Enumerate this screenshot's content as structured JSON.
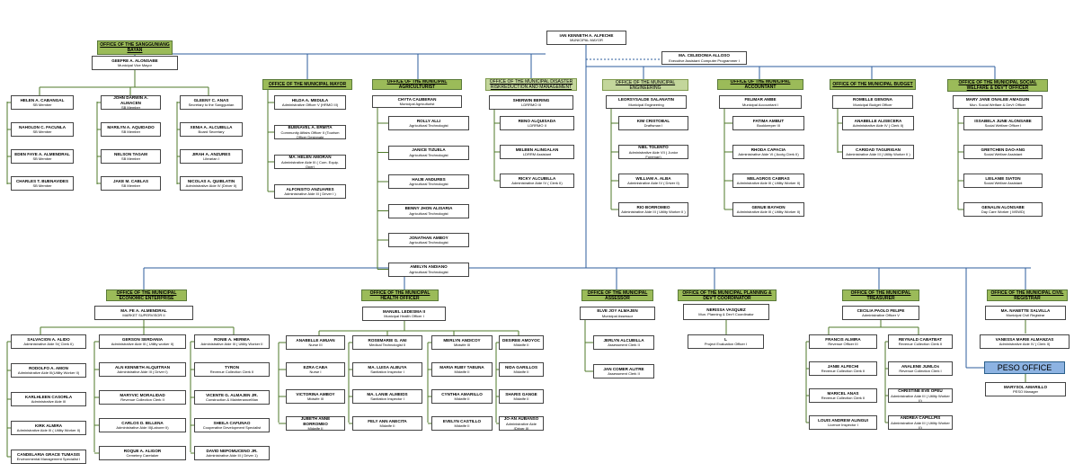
{
  "mayor": {
    "name": "IAN KENNETH A. ALFECHE",
    "title": "MUNICIPAL MAYOR"
  },
  "exec": {
    "name": "MA. CELEDONIA ALLOSO",
    "title": "Executive Assistant Computer Programmer I"
  },
  "offices": {
    "sb": "OFFICE OF THE SANGGUNIANG BAYAN",
    "mayor": "OFFICE OF THE MUNICIPAL MAYOR",
    "agri": "OFFICE OF THE MUNICIPAL AGRICULTURIST",
    "drrm": "OFFICE OF THE MUNICIPAL DISASTER RISKREDUCTION AND MANAGEMENT",
    "eng": "OFFICE OF THE MUNICIPAL ENGINEERING",
    "acct": "OFFICE OF THE MUNICIPAL ACCOUNTANT",
    "budget": "OFFICE OF THE MUNICIPAL BUDGET",
    "mswd": "OFFICE OF THE MUNICIPAL SOCIAL WELFARE & DEV'T OFFICER",
    "econ": "OFFICE OF THE MUNICIPAL ECONOMIC ENTERPRISE",
    "health": "OFFICE OF THE MUNICIPAL HEALTH OFFICER",
    "assessor": "OFFICE OF THE MUNICIPAL ASSESSOR",
    "mpdc": "OFFICE OF THE MUNICIPAL PLANNING & DEV'T COORDINATOR",
    "treasurer": "OFFICE OF THE MUNICIPAL TREASURER",
    "lcr": "OFFICE OF THE MUNICIPAL CIVIL REGISTRAR",
    "peso": "PESO OFFICE"
  },
  "sb": {
    "vice": {
      "name": "GEEFRE A. ALONSABE",
      "title": "Municipal Vice Mayor"
    },
    "left": [
      {
        "name": "HELEN A. CABANGAL",
        "title": "SB Member"
      },
      {
        "name": "NAHOLDN C. FACUNLA",
        "title": "SB Member"
      },
      {
        "name": "EDEN FAYE A. ALMENDRAL",
        "title": "SB Member"
      },
      {
        "name": "CHARLES T. BUENAVIDES",
        "title": "SB Member"
      }
    ],
    "mid": [
      {
        "name": "JOHN DARWIN A. ALMACEN",
        "title": "SB Member"
      },
      {
        "name": "MARILYN A. AQUIDADO",
        "title": "SB Member"
      },
      {
        "name": "NELSON TAGAM",
        "title": "SB Member"
      },
      {
        "name": "JAKE M. CABLAS",
        "title": "SB Member"
      }
    ],
    "right": [
      {
        "name": "GLEENY C. ANAS",
        "title": "Secretary to the Sanggunian"
      },
      {
        "name": "XENIA A. ALCUBILLA",
        "title": "Board Secretary"
      },
      {
        "name": "JIRAH A. ANZURES",
        "title": "Librarian I"
      },
      {
        "name": "NICOLAS A. QUIBLATIN",
        "title": "Administrative Aide IV (Driver II)"
      }
    ]
  },
  "mayor_office": [
    {
      "name": "HILDA A. MEDULA",
      "title": "Administrative Officer V (HRMO III)"
    },
    {
      "name": "BUENAVEL A. ERMITA",
      "title": "Community Affairs Officer II (Tourism Officer Designate"
    },
    {
      "name": "MA. HELEN AMORAN",
      "title": "Administrative Aide III ( Com. Equip. Oper)"
    },
    {
      "name": "ALFONSITO ANZUARES",
      "title": "Administrative Aide III ( Driver I )"
    }
  ],
  "agri": {
    "head": {
      "name": "CHYTA CAUBERAN",
      "title": "Municipal Agriculturist"
    },
    "staff": [
      {
        "name": "ROLLY ALLI",
        "title": "Agricultural Technologist"
      },
      {
        "name": "JANICE TIZUELA",
        "title": "Agricultural Technologist"
      },
      {
        "name": "HAIJE ANDURES",
        "title": "Agricultural Technologist"
      },
      {
        "name": "BENNY JHON ALISARIA",
        "title": "Agricultural Technologist"
      },
      {
        "name": "JONATHAN AMBOY",
        "title": "Agricultural Technologist"
      },
      {
        "name": "AMELYN ANDIANO",
        "title": "Agricultural Technologist"
      }
    ]
  },
  "drrm": {
    "head": {
      "name": "SHERWIN BERING",
      "title": "LDRRMO III"
    },
    "staff": [
      {
        "name": "RENO ALQUISADA",
        "title": "LDRRMO II"
      },
      {
        "name": "MELBEN ALINGALAN",
        "title": "LDRRM Assistant"
      },
      {
        "name": "RICKY ALCUBILLA",
        "title": "Administrative Aide IV ( Clerk II)"
      }
    ]
  },
  "eng": {
    "head": {
      "name": "LEORSYSALDE SALANATIN",
      "title": "Municipal Engineering"
    },
    "staff": [
      {
        "name": "KIM CRISTOBAL",
        "title": "Draftsman I"
      },
      {
        "name": "NIEL TOLENTO",
        "title": "Administrative Aide VII ( Junior Foreman)"
      },
      {
        "name": "WILLIAM A. ALBA",
        "title": "Administrative Aide IV ( Driver II)"
      },
      {
        "name": "RIO BORROMEO",
        "title": "Administrative Aide III ( Utility Worker II )"
      }
    ]
  },
  "acct": {
    "head": {
      "name": "FELIMAR AMBE",
      "title": "Municipal Accountant I"
    },
    "staff": [
      {
        "name": "FATIMA AMBUT",
        "title": "Bookkeeper III"
      },
      {
        "name": "RHODA CAPACIA",
        "title": "Administrative Aide VI ( Acctg Clerk II)"
      },
      {
        "name": "MELAGROS CABRAS",
        "title": "Administrative Aide III ( Utility Worker II)"
      },
      {
        "name": "GENUE BAYHON",
        "title": "Administrative Aide III ( Utility Worker II)"
      }
    ]
  },
  "budget": {
    "head": {
      "name": "ROMELLE GENONA",
      "title": "Municipal Budget Officer"
    },
    "staff": [
      {
        "name": "ANABELLE ALISECERA",
        "title": "Administrative Aide IV ( Clerk II)"
      },
      {
        "name": "CARIDAD TAGURIGAN",
        "title": "Administrative Aide III ( Utility Worker II )"
      }
    ]
  },
  "mswd": {
    "head": {
      "name": "MARY JANE ONALEE AMAGUIN",
      "title": "Mun. Social Welfare & Dev't Officer"
    },
    "staff": [
      {
        "name": "ISSABELA JUNE ALONSABE",
        "title": "Social Welfare Officer I"
      },
      {
        "name": "GRETCHEN DAO-ANG",
        "title": "Social Welfare Assistant"
      },
      {
        "name": "LEILANIE SIATON",
        "title": "Social Welfare Assistant"
      },
      {
        "name": "GENALIN ALONSABE",
        "title": "Day Care Worker ( MSWD)"
      }
    ]
  },
  "econ": {
    "head": {
      "name": "MA. FE A. ALMENDRAL",
      "title": "MARKET SUPERVISOR II"
    },
    "left": [
      {
        "name": "SALVACION A. ALIDO",
        "title": "Administrative Aide IV( Clerk II)"
      },
      {
        "name": "RODOLFO A. AMON",
        "title": "Administrative Aide III(Utility Worker II)"
      },
      {
        "name": "KARLHLEEN CASORLA",
        "title": "Administrative Aide III"
      },
      {
        "name": "KIRK ALMIRA",
        "title": "Administrative Aide III ( Utility Worker II)"
      },
      {
        "name": "CANDELARIA GRACE TUMASIS",
        "title": "Environmental Management Specialist I"
      }
    ],
    "mid": [
      {
        "name": "GERSON SERDANIA",
        "title": "Administrative Aide III ( Utility worker II)"
      },
      {
        "name": "ALN KENNETH ALQUITRAN",
        "title": "Administrative Aide III ( Driver I)"
      },
      {
        "name": "MARYVIC MORALIDAD",
        "title": "Revenue Collection Clerk II"
      },
      {
        "name": "CARLOS D. BILLENA",
        "title": "Administrative Aide III(Laborer II)"
      },
      {
        "name": "ROQUE A. ALIGOR",
        "title": "Cemetery Caretaker"
      }
    ],
    "right": [
      {
        "name": "RONIE A. HERMIA",
        "title": "Administrative Aide III ( Utility Worker II"
      },
      {
        "name": "TYRON",
        "title": "Revenue Collection Clerk II"
      },
      {
        "name": "VICENTE G. ALMAJEN JR.",
        "title": "Construction & MaintenanceMan"
      },
      {
        "name": "SHEILA CAFUNAO",
        "title": "Cooperative Development Specialist"
      },
      {
        "name": "DAVID NEPOMUCENO JR.",
        "title": "Administrative Aide III ( Driver 1)"
      }
    ]
  },
  "health": {
    "head": {
      "name": "MANUEL LEDESMA II",
      "title": "Municipal Health Officer I"
    },
    "c1": [
      {
        "name": "ANABELLE AMUAN",
        "title": "Nurse III"
      },
      {
        "name": "EZRA CABA",
        "title": "Nurse I"
      },
      {
        "name": "VICTORINA AMBOY",
        "title": "Midwife III"
      },
      {
        "name": "JUBETH ANNE BORROMEO",
        "title": "Midwife II"
      }
    ],
    "c2": [
      {
        "name": "ROSEMARIE G. ANI",
        "title": "Medical Technologist II"
      },
      {
        "name": "MA. LUISA ALBUYA",
        "title": "Sanitation Inspector I"
      },
      {
        "name": "MA. LANIE ALMEIDS",
        "title": "Sanitation Inspector I"
      },
      {
        "name": "FELY ANN ANECITA",
        "title": "Midwife II"
      }
    ],
    "c3": [
      {
        "name": "MERLYN ANDICOY",
        "title": "Midwife III"
      },
      {
        "name": "MARIA RUBY TABUNA",
        "title": "Midwife II"
      },
      {
        "name": "CYNTHIA AMARILLO",
        "title": "Midwife II"
      },
      {
        "name": "EVELYN CASTILLO",
        "title": "Midwife II"
      }
    ],
    "c4": [
      {
        "name": "DESIREE AMOYOC",
        "title": "Midwife II"
      },
      {
        "name": "NIDA GARILLOS",
        "title": "Midwife II"
      },
      {
        "name": "SHARIS GANGE",
        "title": "Midwife II"
      },
      {
        "name": "JO-AN AUBANSO",
        "title": "Administrative Aide (Driver II)"
      }
    ]
  },
  "assessor": {
    "head": {
      "name": "ELVE JOY ALMAJEN",
      "title": "Municipal Assessor"
    },
    "staff": [
      {
        "name": "JERLYN ALCUBILLA",
        "title": "Assessment Clerk II"
      },
      {
        "name": "JAN COMER ALITRE",
        "title": "Assessment Clerk II"
      }
    ]
  },
  "mpdc": {
    "head": {
      "name": "NERISSA VASQUEZ",
      "title": "Mun. Planning & Dev't Coordinator"
    },
    "staff": [
      {
        "name": "L",
        "title": "Project Evaluation Officer I"
      }
    ]
  },
  "treasurer": {
    "head": {
      "name": "CECILIA PAOLO FELIPE",
      "title": "Administrative Officer V"
    },
    "left": [
      {
        "name": "FRANCIS ALMIRA",
        "title": "Revenue Officer III"
      },
      {
        "name": "JANIE ALFECHI",
        "title": "Revenue Collection Clerk II"
      },
      {
        "name": "MARICEL ANAS",
        "title": "Revenue Collection Clerk II"
      },
      {
        "name": "LOUIS ANDREW ALINGUI",
        "title": "Licence Inspector I"
      }
    ],
    "right": [
      {
        "name": "REYNALD CABATBAT",
        "title": "Revenue Collection Clerk II"
      },
      {
        "name": "ANALENE JUMLOs",
        "title": "Revenue Collection Clerk I"
      },
      {
        "name": "CHRISTINE EVE OPEU",
        "title": "Administrative Aide III ( Utility Worker II)"
      },
      {
        "name": "ANDREA CAPILLPIS",
        "title": "Administrative Aide III ( Utility Worker II)"
      }
    ]
  },
  "lcr": {
    "head": {
      "name": "MA. NANETTE SALVILLA",
      "title": "Municipal Civil Registrar"
    },
    "staff": [
      {
        "name": "VANESSA MARIE ALMANZAS",
        "title": "Administrative Aide IV ( Clerk II)"
      }
    ]
  },
  "peso": {
    "name": "MARYSOL AMARILLO",
    "title": "PESO Manager"
  }
}
